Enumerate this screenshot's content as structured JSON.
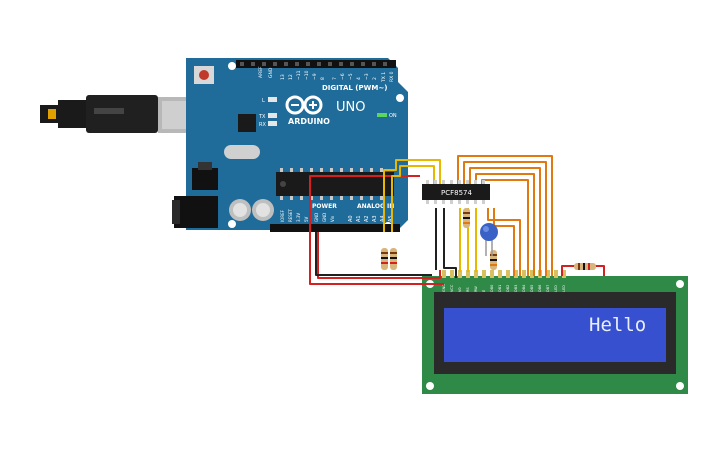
{
  "arduino": {
    "brand": "ARDUINO",
    "model": "UNO",
    "digital_header": "DIGITAL (PWM~)",
    "aref": "AREF",
    "gnd": "GND",
    "digital_pins": [
      "13",
      "12",
      "~11",
      "~10",
      "~9",
      "8",
      "7",
      "~6",
      "~5",
      "4",
      "~3",
      "2",
      "TX 1",
      "RX 0"
    ],
    "led_l": "L",
    "led_tx": "TX",
    "led_rx": "RX",
    "on_label": "ON",
    "power_label": "POWER",
    "analog_label": "ANALOG IN",
    "power_pins": [
      "IOREF",
      "RESET",
      "3.3V",
      "5V",
      "GND",
      "GND",
      "Vin"
    ],
    "analog_pins": [
      "A0",
      "A1",
      "A2",
      "A3",
      "A4",
      "A5"
    ]
  },
  "expander": {
    "label": "PCF8574"
  },
  "lcd": {
    "display_text": "Hello",
    "pin_labels": [
      "GND",
      "VCC",
      "V0",
      "RS",
      "RW",
      "E",
      "DB0",
      "DB1",
      "DB2",
      "DB3",
      "DB4",
      "DB5",
      "DB6",
      "DB7",
      "LED",
      "LED"
    ]
  },
  "colors": {
    "board": "#1f6c9a",
    "lcd_pcb": "#2f8a47",
    "lcd_screen": "#3650d0",
    "wire_red": "#d42020",
    "wire_black": "#202020",
    "wire_yellow": "#e8b800",
    "wire_orange": "#e07a10"
  }
}
